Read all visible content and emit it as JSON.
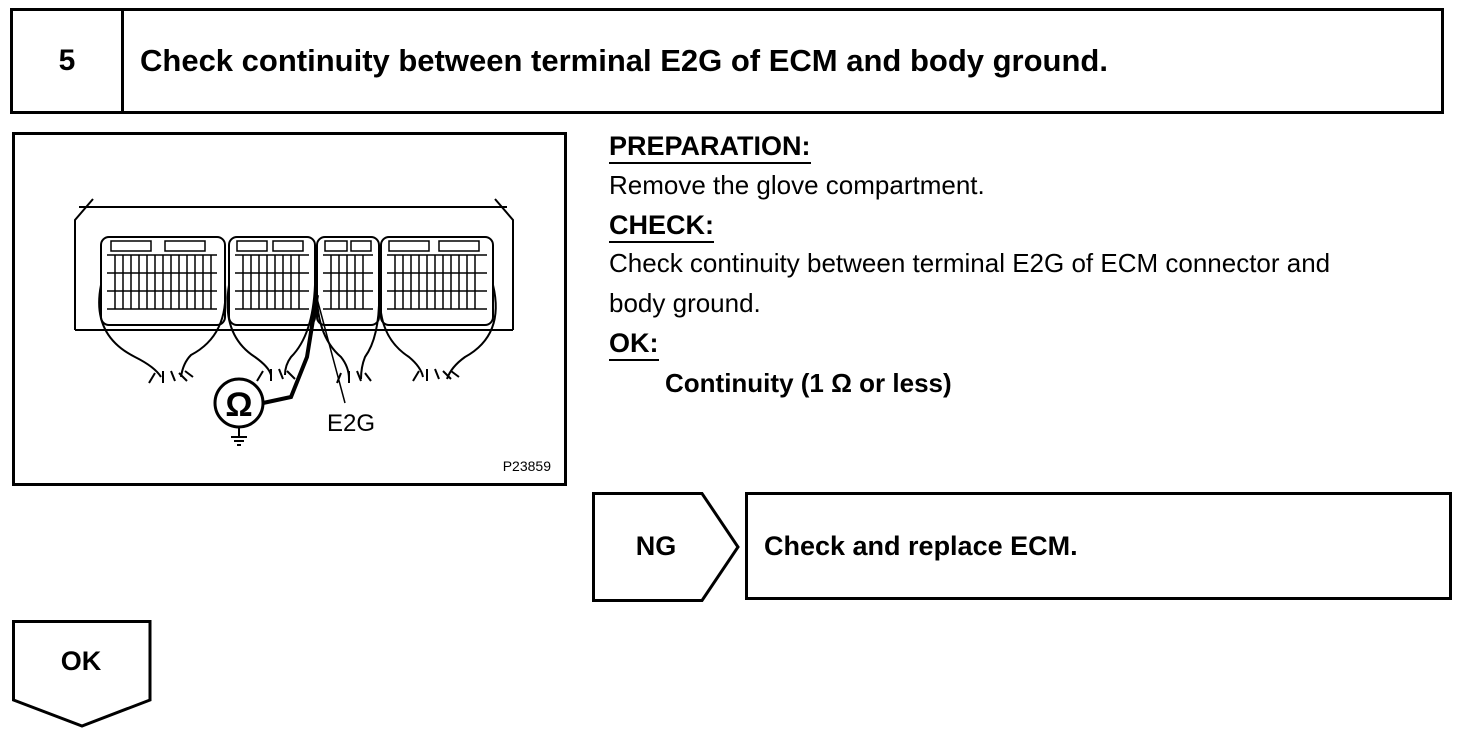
{
  "step": {
    "number": "5",
    "title": "Check continuity between terminal E2G of ECM and body ground."
  },
  "figure": {
    "terminal_label": "E2G",
    "ohm_symbol": "Ω",
    "figure_id": "P23859",
    "icons": [
      "ohmmeter-icon",
      "ground-icon",
      "ecm-connector-icon"
    ]
  },
  "preparation": {
    "label": "PREPARATION:",
    "text": "Remove the glove compartment."
  },
  "check": {
    "label": "CHECK:",
    "line1": "Check continuity between terminal E2G of ECM connector and",
    "line2": "body ground."
  },
  "ok_spec": {
    "label": "OK:",
    "value": "Continuity (1 Ω or less)"
  },
  "ng_branch": {
    "label": "NG",
    "action": "Check and replace ECM."
  },
  "ok_branch": {
    "label": "OK"
  }
}
